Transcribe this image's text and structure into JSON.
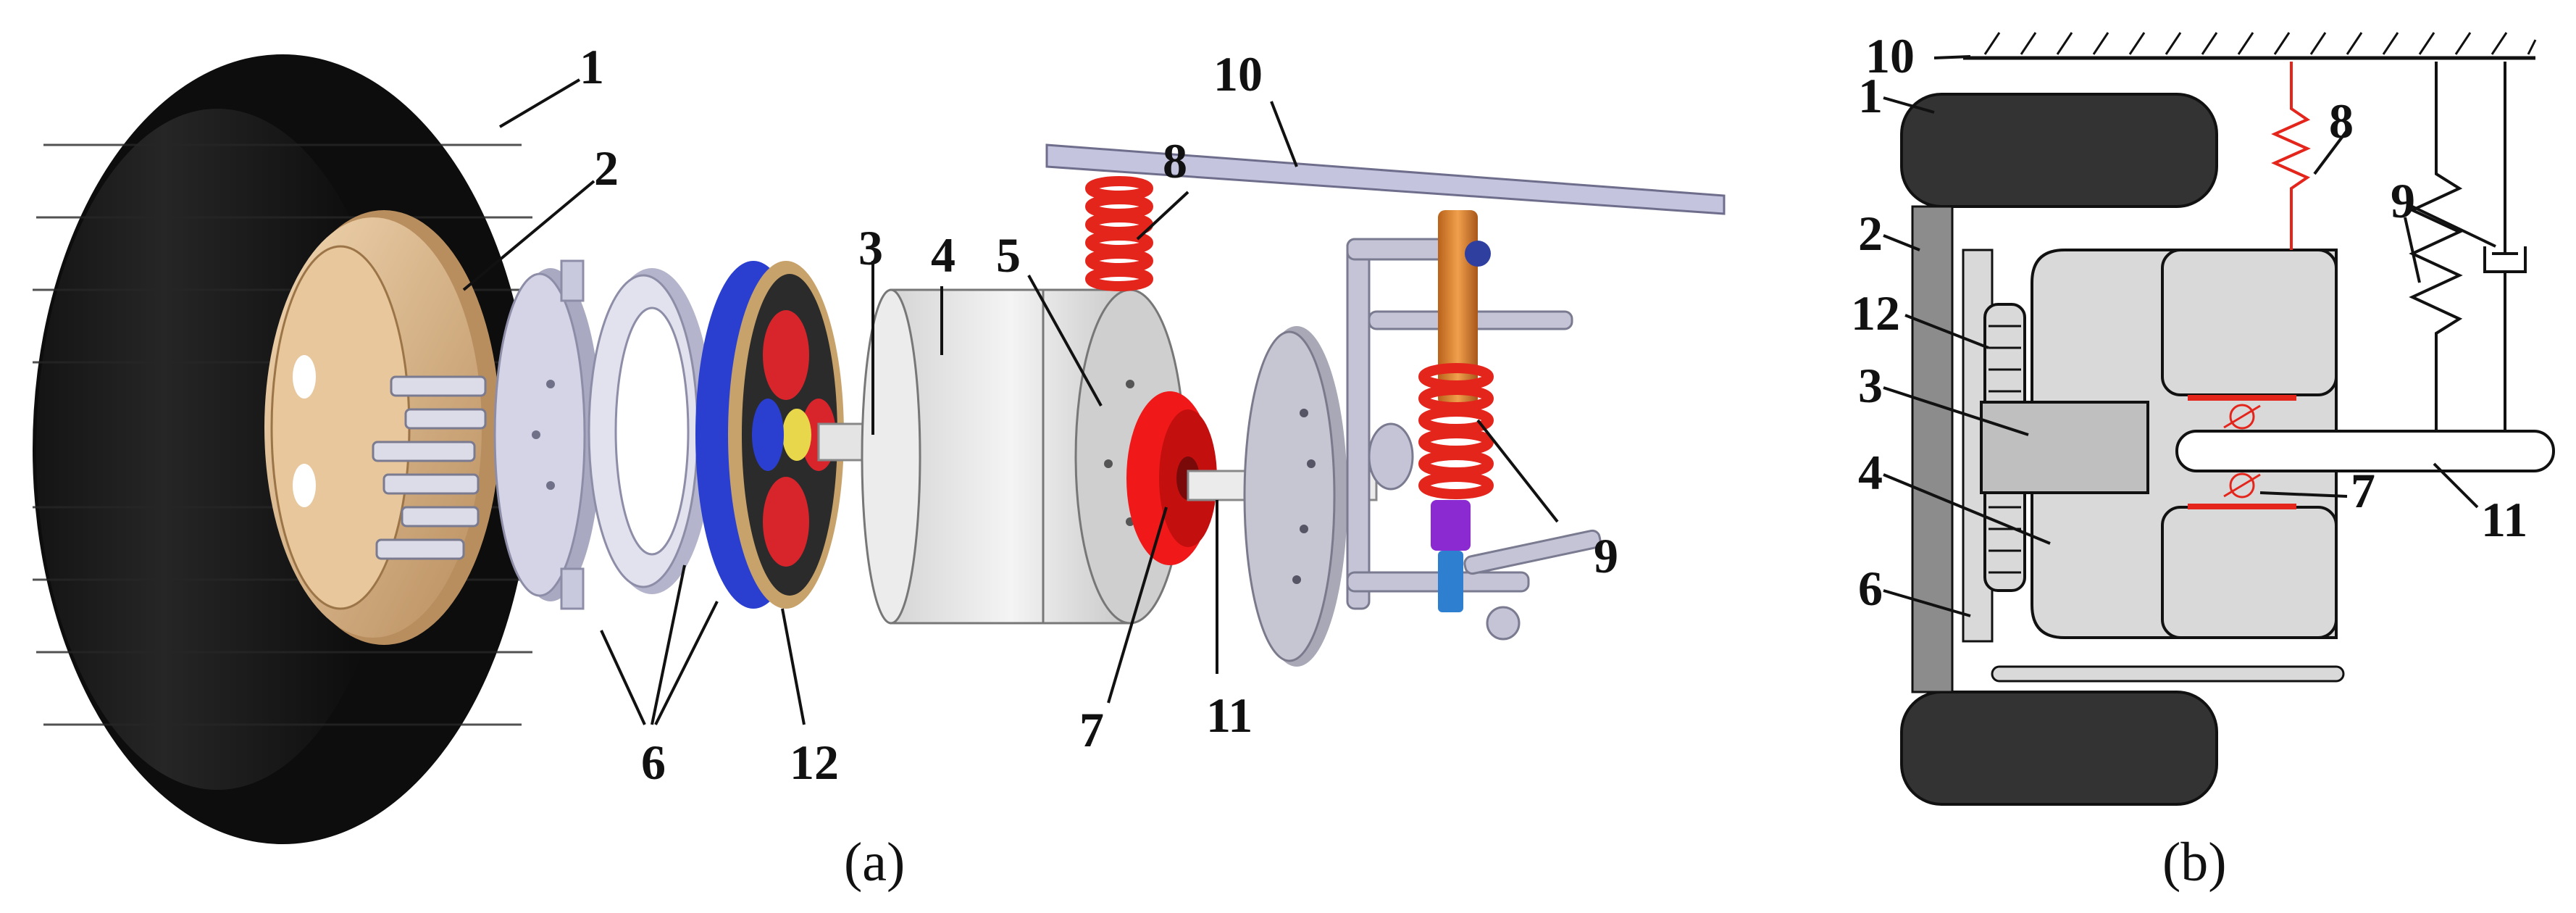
{
  "figure": {
    "panel_a": {
      "caption": "(a)",
      "labels": {
        "n1": "1",
        "n2": "2",
        "n3": "3",
        "n4": "4",
        "n5": "5",
        "n6": "6",
        "n7": "7",
        "n8": "8",
        "n9": "9",
        "n10": "10",
        "n11": "11",
        "n12": "12"
      }
    },
    "panel_b": {
      "caption": "(b)",
      "labels": {
        "n1": "1",
        "n2": "2",
        "n3": "3",
        "n4": "4",
        "n6": "6",
        "n7": "7",
        "n8": "8",
        "n9": "9",
        "n10": "10",
        "n11": "11",
        "n12": "12"
      }
    }
  },
  "colors": {
    "tire": "#0d0d0d",
    "rim": "#d9b48a",
    "plate": "#c9c9dd",
    "ring_gear": "#2a3fd0",
    "planet": "#d8252c",
    "gold": "#c7a26a",
    "motor_body": "#e6e6e6",
    "bearing_red": "#f01818",
    "spring_red": "#e4251c",
    "suspension_frame": "#c4c4d6",
    "shock_orange": "#d9822b",
    "shock_blue": "#2f7fd0",
    "schematic_gray": "#d9d9d9",
    "schematic_dark": "#8c8c8c"
  }
}
